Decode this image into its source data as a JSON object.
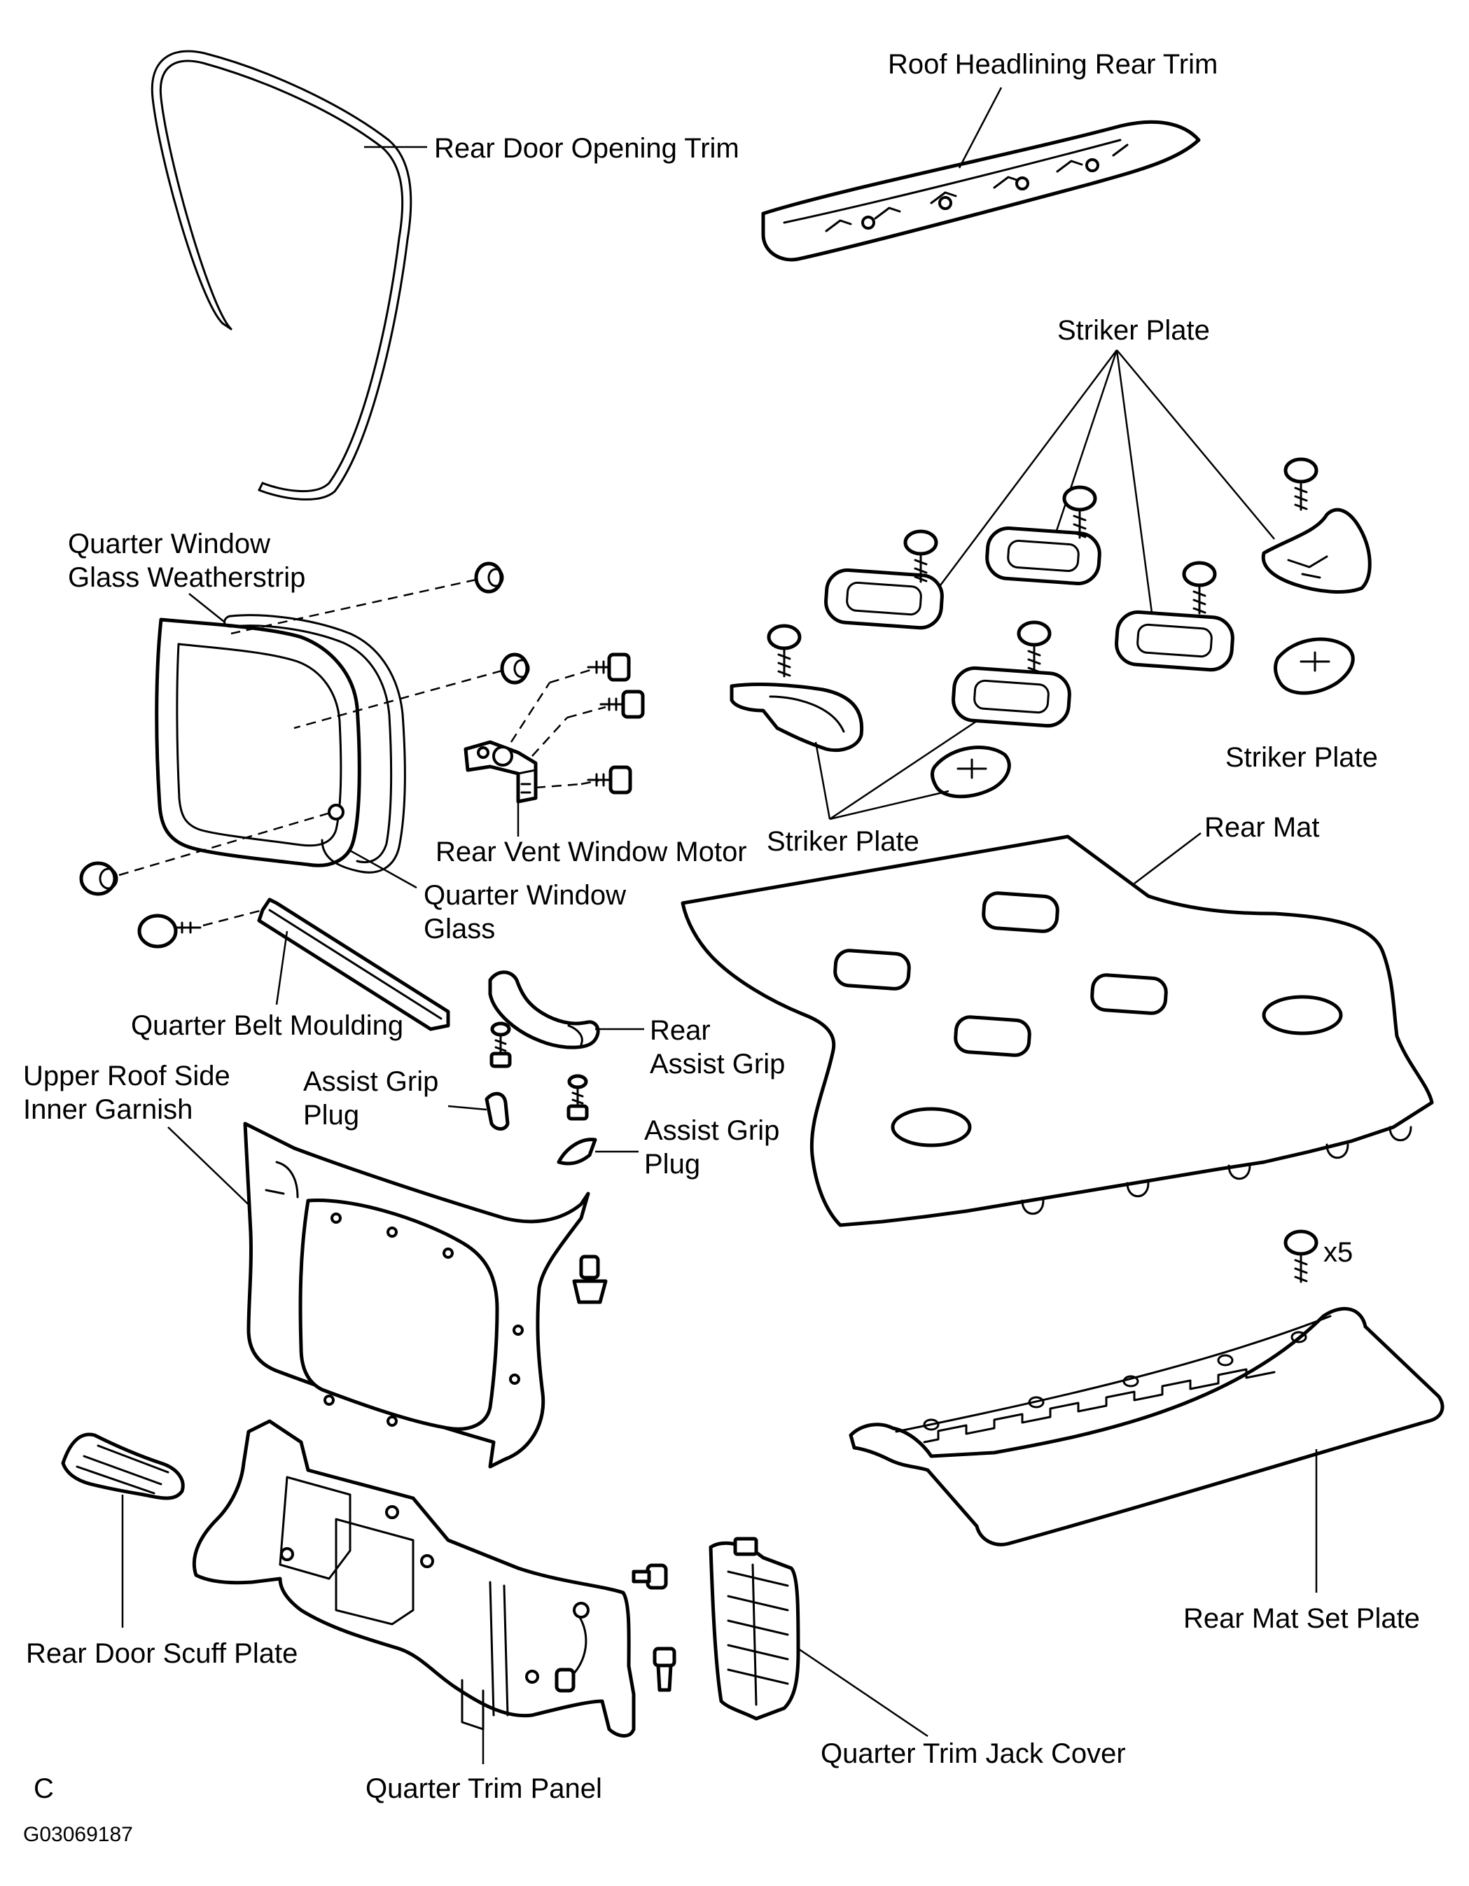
{
  "labels": {
    "rear_door_opening_trim": "Rear Door Opening Trim",
    "roof_headlining_rear_trim": "Roof Headlining Rear Trim",
    "striker_plate_top": "Striker Plate",
    "striker_plate_right": "Striker Plate",
    "striker_plate_mid": "Striker Plate",
    "quarter_window_glass_weatherstrip_l1": "Quarter Window",
    "quarter_window_glass_weatherstrip_l2": "Glass Weatherstrip",
    "rear_vent_window_motor": "Rear Vent Window Motor",
    "quarter_window_glass_l1": "Quarter Window",
    "quarter_window_glass_l2": "Glass",
    "rear_mat": "Rear Mat",
    "quarter_belt_moulding": "Quarter Belt Moulding",
    "rear_assist_grip_l1": "Rear",
    "rear_assist_grip_l2": "Assist Grip",
    "upper_roof_side_inner_garnish_l1": "Upper Roof Side",
    "upper_roof_side_inner_garnish_l2": "Inner Garnish",
    "assist_grip_plug_left_l1": "Assist  Grip",
    "assist_grip_plug_left_l2": "Plug",
    "assist_grip_plug_right_l1": "Assist  Grip",
    "assist_grip_plug_right_l2": "Plug",
    "fastener_count": "x5",
    "rear_mat_set_plate": "Rear Mat Set Plate",
    "rear_door_scuff_plate": "Rear Door Scuff Plate",
    "quarter_trim_jack_cover": "Quarter Trim Jack Cover",
    "quarter_trim_panel": "Quarter Trim Panel",
    "corner_letter": "C",
    "figure_code": "G03069187"
  }
}
